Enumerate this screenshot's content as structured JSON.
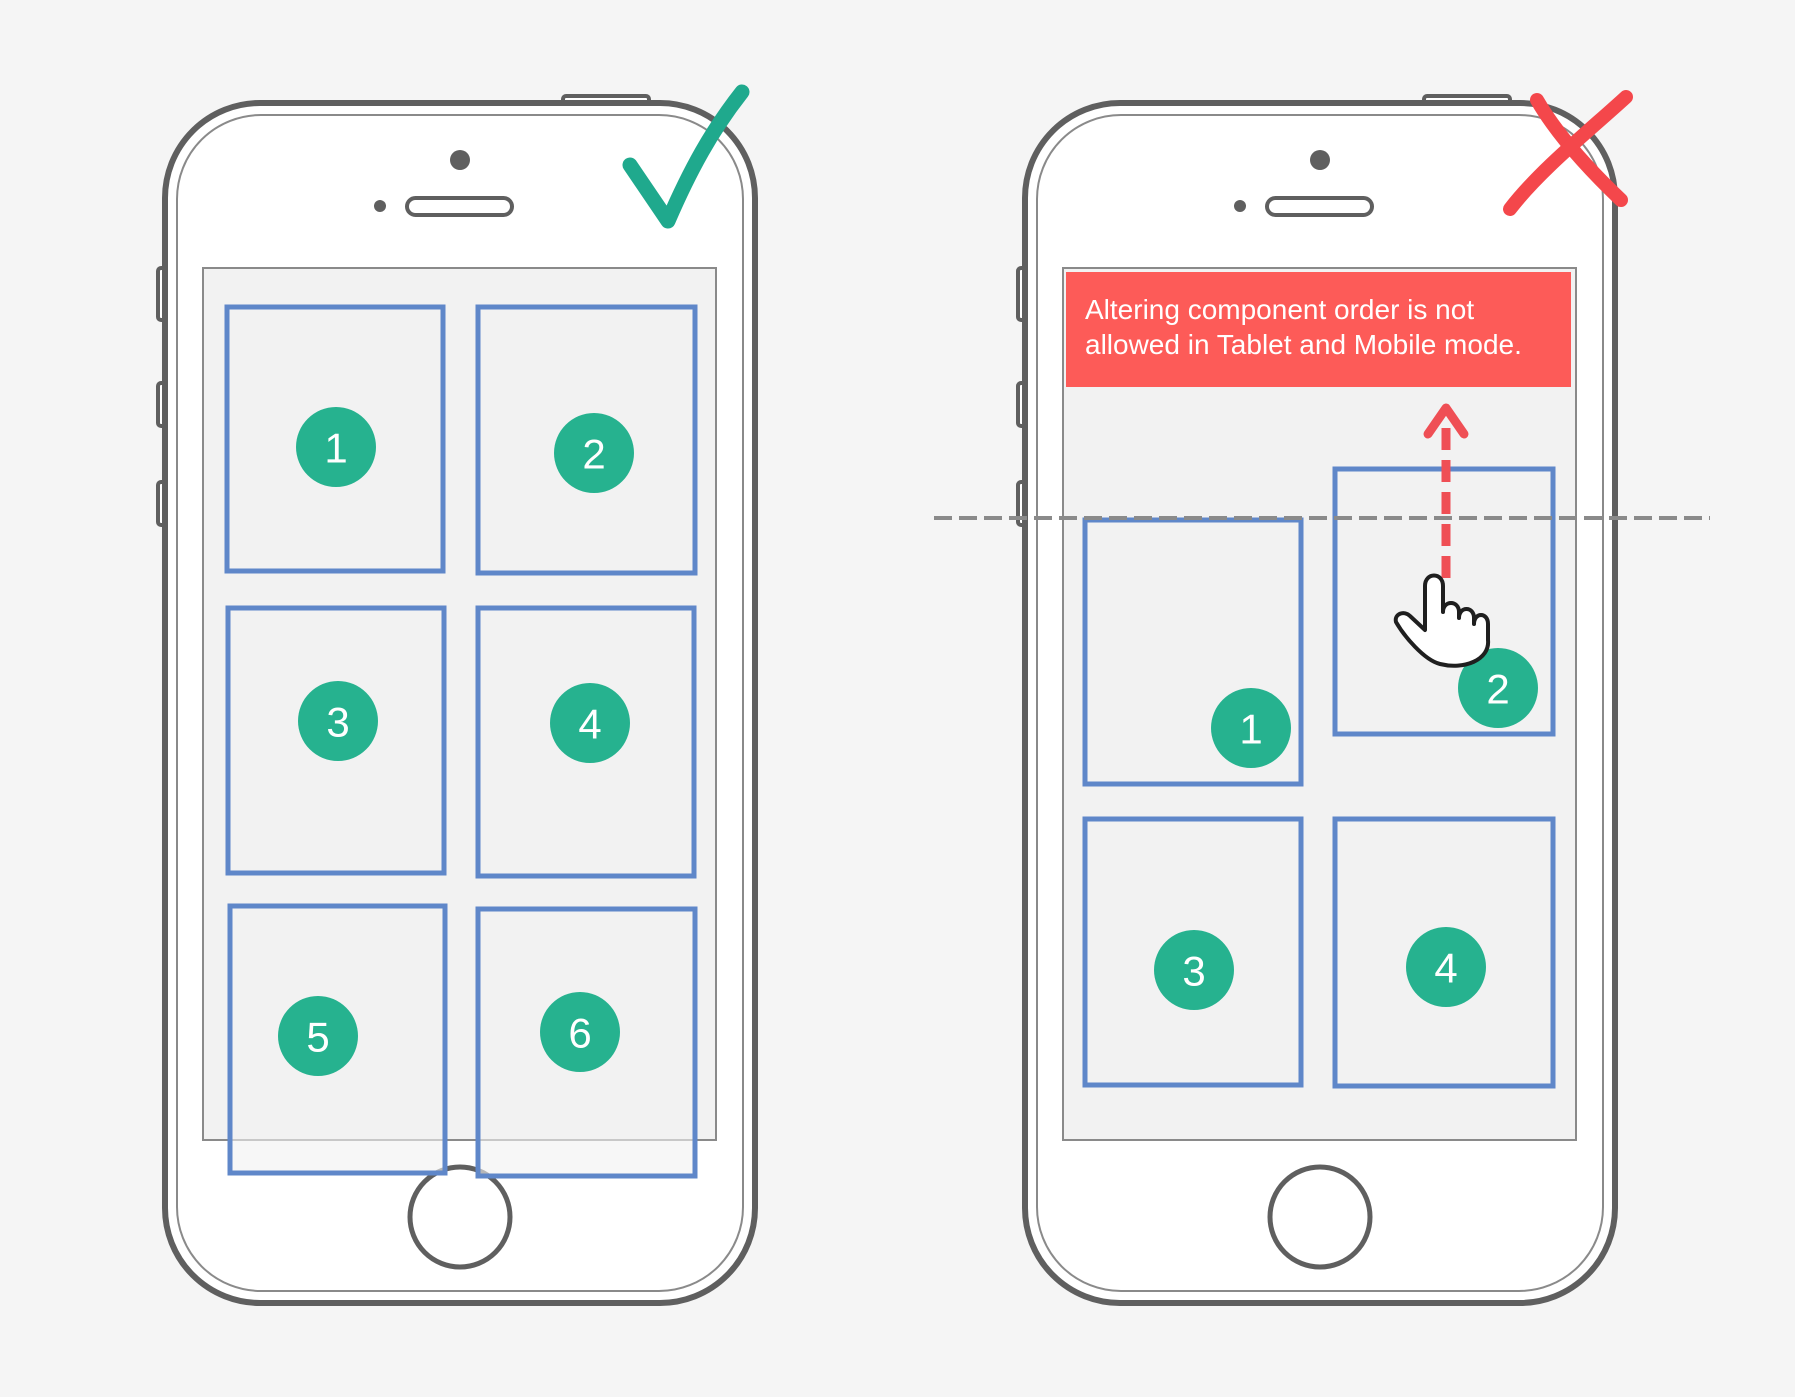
{
  "colors": {
    "background": "#f5f5f5",
    "phone_outline": "#5f5f5f",
    "screen_fill": "#f2f2f2",
    "component_border": "#5f87c9",
    "badge": "#26b28f",
    "check": "#1fa98d",
    "cross": "#f4474b",
    "banner": "#fd5b58",
    "dashed_line": "#8a8a8a",
    "arrow": "#ef4f55"
  },
  "icons": {
    "correct": "check-mark-icon",
    "incorrect": "cross-mark-icon",
    "pointer": "hand-pointer-icon"
  },
  "left_phone": {
    "components": [
      {
        "number": "1"
      },
      {
        "number": "2"
      },
      {
        "number": "3"
      },
      {
        "number": "4"
      },
      {
        "number": "5"
      },
      {
        "number": "6"
      }
    ]
  },
  "right_phone": {
    "warning_line1": "Altering component order is not",
    "warning_line2": "allowed in Tablet and Mobile mode.",
    "components": [
      {
        "number": "1"
      },
      {
        "number": "2"
      },
      {
        "number": "3"
      },
      {
        "number": "4"
      }
    ]
  }
}
